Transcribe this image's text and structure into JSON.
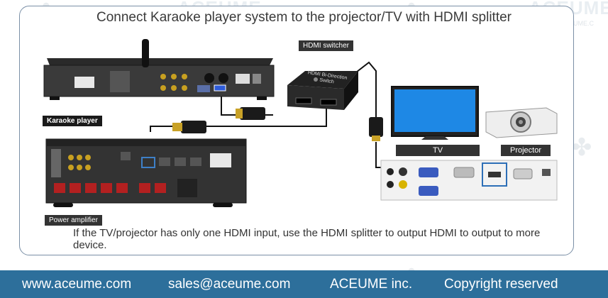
{
  "title": "Connect Karaoke player system to the projector/TV with HDMI splitter",
  "labels": {
    "karaoke_player": "Karaoke player",
    "hdmi_switcher": "HDMI switcher",
    "tv": "TV",
    "projector": "Projector",
    "power_amplifier": "Power amplifier",
    "switch_face": "HDMI Bi-Direction\nSwitch"
  },
  "note": "If the TV/projector has only one HDMI input, use the HDMI splitter to output HDMI to output to more device.",
  "footer": {
    "website": "www.aceume.com",
    "email": "sales@aceume.com",
    "company": "ACEUME inc.",
    "rights": "Copyright reserved"
  },
  "watermark": {
    "brand": "ACEUME",
    "url": "WWW.ACEUME.C"
  },
  "colors": {
    "footer_bg": "#2d6f9b",
    "frame_border": "#7a8fa6",
    "tv_screen": "#1e88e5"
  }
}
